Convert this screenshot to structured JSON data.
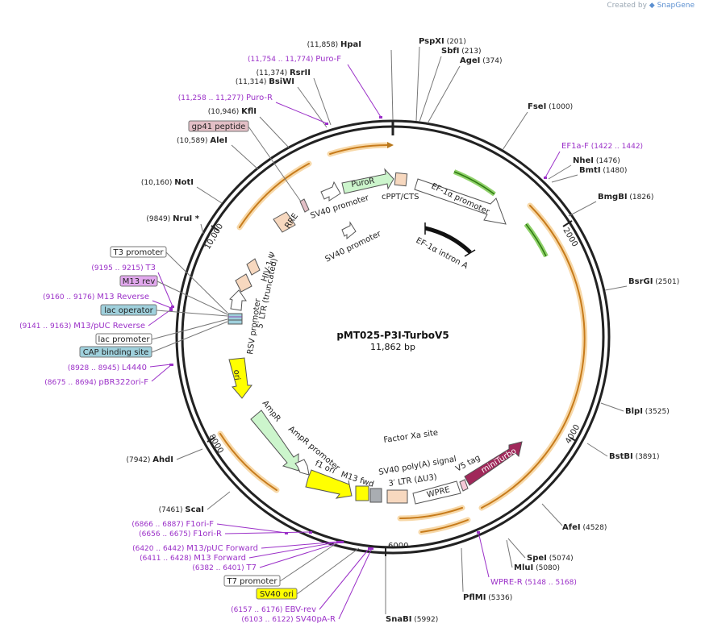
{
  "watermark": {
    "prefix": "Created by",
    "brand": "SnapGene"
  },
  "plasmid": {
    "name": "pMT025-P3I-TurboV5",
    "size_label": "11,862 bp",
    "length": 11862
  },
  "ruler": [
    "2000",
    "4000",
    "6000",
    "8000",
    "10,000"
  ],
  "enzymes": [
    {
      "name": "HpaI",
      "pos": "(11,858)"
    },
    {
      "name": "PspXI",
      "pos": "(201)"
    },
    {
      "name": "SbfI",
      "pos": "(213)"
    },
    {
      "name": "AgeI",
      "pos": "(374)"
    },
    {
      "name": "FseI",
      "pos": "(1000)"
    },
    {
      "name": "NheI",
      "pos": "(1476)"
    },
    {
      "name": "BmtI",
      "pos": "(1480)"
    },
    {
      "name": "BmgBI",
      "pos": "(1826)"
    },
    {
      "name": "BsrGI",
      "pos": "(2501)"
    },
    {
      "name": "BlpI",
      "pos": "(3525)"
    },
    {
      "name": "BstBI",
      "pos": "(3891)"
    },
    {
      "name": "AfeI",
      "pos": "(4528)"
    },
    {
      "name": "SpeI",
      "pos": "(5074)"
    },
    {
      "name": "MluI",
      "pos": "(5080)"
    },
    {
      "name": "PflMI",
      "pos": "(5336)"
    },
    {
      "name": "SnaBI",
      "pos": "(5992)"
    },
    {
      "name": "ScaI",
      "pos": "(7461)"
    },
    {
      "name": "AhdI",
      "pos": "(7942)"
    },
    {
      "name": "NruI *",
      "pos": "(9849)"
    },
    {
      "name": "NotI",
      "pos": "(10,160)"
    },
    {
      "name": "AleI",
      "pos": "(10,589)"
    },
    {
      "name": "KflI",
      "pos": "(10,946)"
    },
    {
      "name": "BsiWI",
      "pos": "(11,314)"
    },
    {
      "name": "RsrII",
      "pos": "(11,374)"
    }
  ],
  "primers": [
    {
      "name": "Puro-F",
      "pos": "(11,754 .. 11,774)"
    },
    {
      "name": "Puro-R",
      "pos": "(11,258 .. 11,277)"
    },
    {
      "name": "EF1a-F",
      "pos": "(1422 .. 1442)"
    },
    {
      "name": "WPRE-R",
      "pos": "(5148 .. 5168)"
    },
    {
      "name": "T3",
      "pos": "(9195 .. 9215)"
    },
    {
      "name": "M13 Reverse",
      "pos": "(9160 .. 9176)"
    },
    {
      "name": "M13/pUC Reverse",
      "pos": "(9141 .. 9163)"
    },
    {
      "name": "L4440",
      "pos": "(8928 .. 8945)"
    },
    {
      "name": "pBR322ori-F",
      "pos": "(8675 .. 8694)"
    },
    {
      "name": "F1ori-F",
      "pos": "(6866 .. 6887)"
    },
    {
      "name": "F1ori-R",
      "pos": "(6656 .. 6675)"
    },
    {
      "name": "M13/pUC Forward",
      "pos": "(6420 .. 6442)"
    },
    {
      "name": "M13 Forward",
      "pos": "(6411 .. 6428)"
    },
    {
      "name": "T7",
      "pos": "(6382 .. 6401)"
    },
    {
      "name": "EBV-rev",
      "pos": "(6157 .. 6176)"
    },
    {
      "name": "SV40pA-R",
      "pos": "(6103 .. 6122)"
    }
  ],
  "boxed_features": [
    {
      "name": "gp41 peptide",
      "fill": "#e3bfc6"
    },
    {
      "name": "T3 promoter",
      "fill": "#ffffff"
    },
    {
      "name": "M13 rev",
      "fill": "#e2a8ee"
    },
    {
      "name": "lac operator",
      "fill": "#9fd0dc"
    },
    {
      "name": "lac promoter",
      "fill": "#ffffff"
    },
    {
      "name": "CAP binding site",
      "fill": "#9fd0dc"
    },
    {
      "name": "T7 promoter",
      "fill": "#ffffff"
    },
    {
      "name": "SV40 ori",
      "fill": "#ffff00"
    }
  ],
  "inner_labels": {
    "puror": "PuroR",
    "cppt": "cPPT/CTS",
    "ef1a_promoter": "EF-1α promoter",
    "sv40_promoter_a": "SV40 promoter",
    "sv40_promoter_b": "SV40 promoter",
    "ef1a_intron": "EF-1α intron A",
    "rre": "RRE",
    "hiv_psi": "HIV-1 Ψ",
    "ltr5": "5′ LTR (truncated)",
    "rsv": "RSV promoter",
    "ori": "ori",
    "ampr": "AmpR",
    "ampr_promoter": "AmpR promoter",
    "f1ori": "f1 ori",
    "m13fwd": "M13 fwd",
    "factor_xa": "Factor Xa site",
    "sv40_polya": "SV40 poly(A) signal",
    "ltr3": "3′ LTR (ΔU3)",
    "wpre": "WPRE",
    "v5tag": "V5 tag",
    "miniturbo": "miniTurbo"
  },
  "colors": {
    "backbone": "#222222",
    "orf": "#f7d8a8",
    "orf_edge": "#b8781c",
    "orf_arrow": "#f0a23a",
    "green_arrow": "#8fd16a",
    "label_purple": "#9b30c8",
    "puror_fill": "#ccf5cc",
    "ampr_fill": "#ccf5cc",
    "ori_fill": "#ffff00",
    "miniturbo_fill": "#a0285a",
    "ltr_fill": "#f7d8bf",
    "rre_fill": "#f7d8bf",
    "gray_fill": "#a9adb2"
  }
}
